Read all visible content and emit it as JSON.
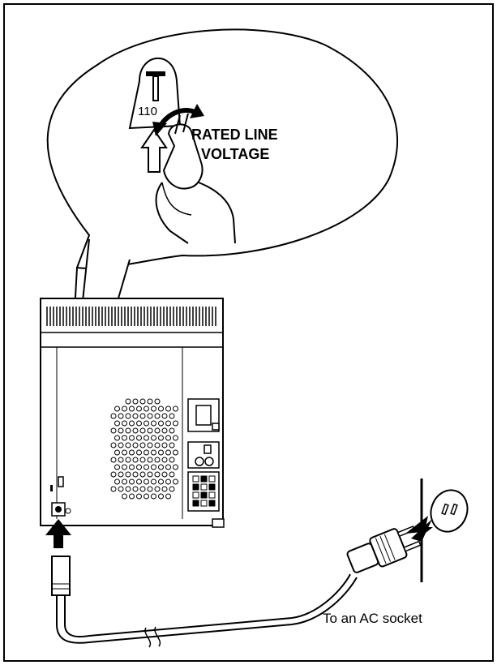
{
  "callout": {
    "dial_value": "110",
    "rated_line": "RATED LINE",
    "voltage": "VOLTAGE"
  },
  "caption": "To an AC socket"
}
